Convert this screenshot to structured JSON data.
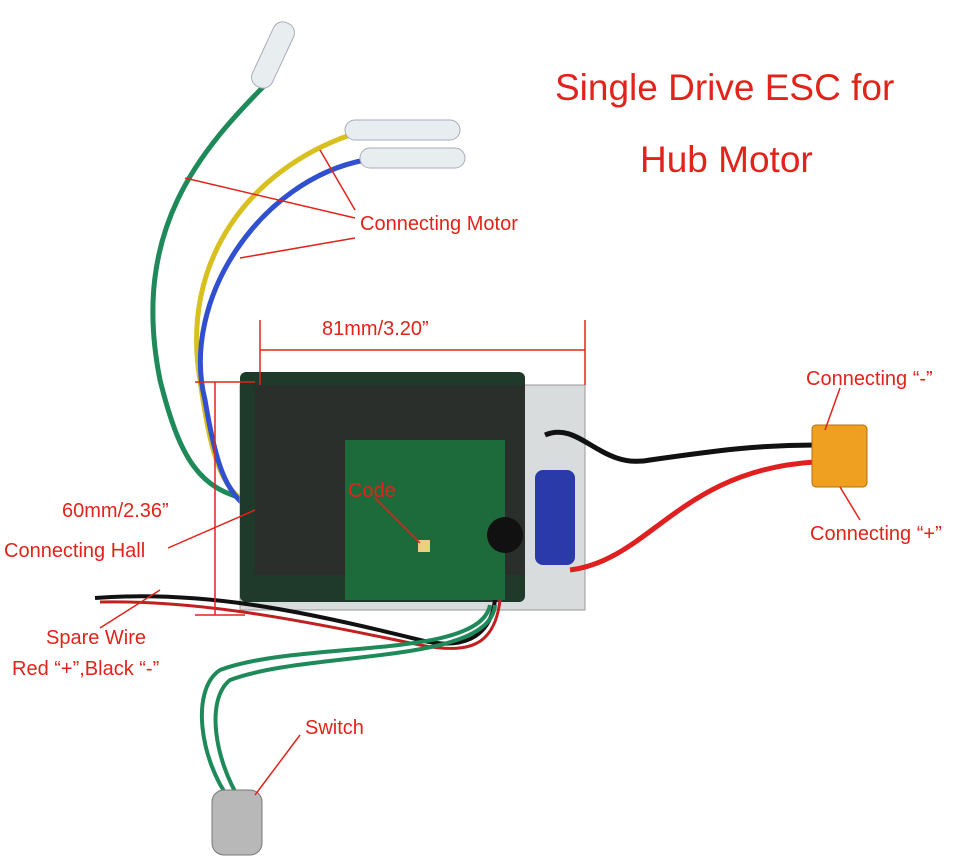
{
  "title": {
    "line1": "Single Drive ESC for",
    "line2": "Hub Motor"
  },
  "labels": {
    "motor": "Connecting Motor",
    "width": "81mm/3.20”",
    "height": "60mm/2.36”",
    "negative": "Connecting “-”",
    "positive": "Connecting “+”",
    "code": "Code",
    "hall": "Connecting Hall",
    "spare_wire": "Spare Wire",
    "spare_wire_colors": "Red “+”,Black “-”",
    "switch": "Switch"
  },
  "colors": {
    "label": "#e2231a",
    "pcb": "#1f3a2a",
    "wire_green": "#1e8a5a",
    "wire_yellow": "#d8c020",
    "wire_blue": "#3050d0",
    "connector": "#f0a020"
  }
}
